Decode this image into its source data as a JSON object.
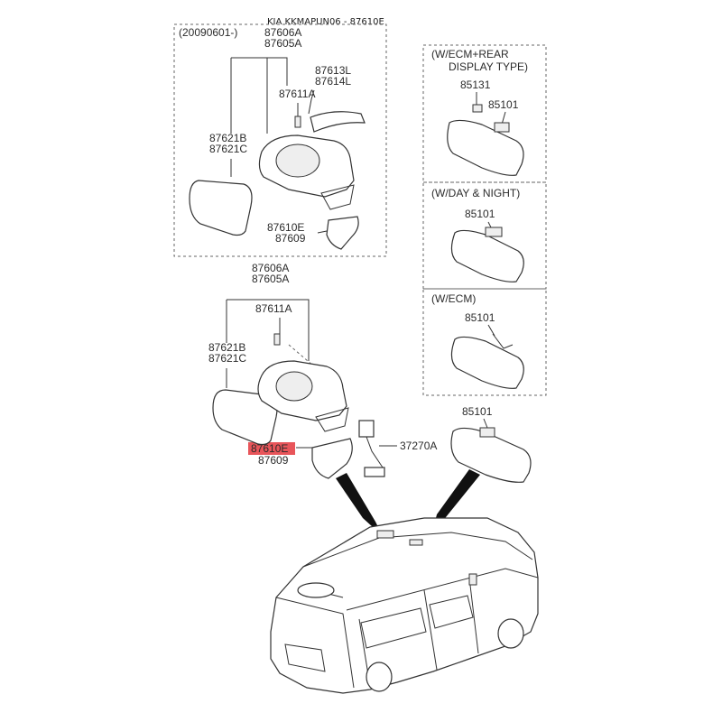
{
  "header": {
    "title": "KIA KKMAPUN06 - 87610E"
  },
  "upper_group": {
    "date_code": "(20090601-)",
    "part_a": "87606A",
    "part_b": "87605A",
    "cover_l": "87613L",
    "cover_2": "87614L",
    "screw": "87611A",
    "glass_b": "87621B",
    "glass_c": "87621C",
    "cap_e": "87610E",
    "cap_2": "87609"
  },
  "lower_group": {
    "part_a": "87606A",
    "part_b": "87605A",
    "screw": "87611A",
    "glass_b": "87621B",
    "glass_c": "87621C",
    "cap_e": "87610E",
    "cap_2": "87609",
    "harness": "37270A"
  },
  "right_panels": [
    {
      "title1": "(W/ECM+REAR",
      "title2": "DISPLAY TYPE)",
      "part1": "85131",
      "part2": "85101"
    },
    {
      "title1": "(W/DAY & NIGHT)",
      "part1": "85101"
    },
    {
      "title1": "(W/ECM)",
      "part1": "85101"
    }
  ],
  "inside_mirror": {
    "part": "85101"
  },
  "highlight": {
    "color": "#e8555a",
    "part": "87610E"
  }
}
